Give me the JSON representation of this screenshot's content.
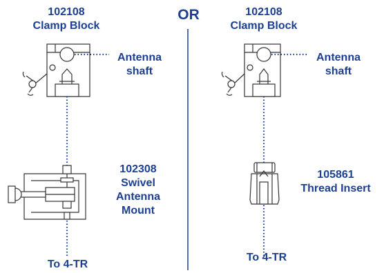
{
  "left": {
    "clamp_block": {
      "part_number": "102108",
      "name": "Clamp Block"
    },
    "shaft_label": {
      "line1": "Antenna",
      "line2": "shaft"
    },
    "mount": {
      "part_number": "102308",
      "line1": "Swivel",
      "line2": "Antenna",
      "line3": "Mount"
    },
    "destination": "To 4-TR"
  },
  "divider_word": "OR",
  "right": {
    "clamp_block": {
      "part_number": "102108",
      "name": "Clamp Block"
    },
    "shaft_label": {
      "line1": "Antenna",
      "line2": "shaft"
    },
    "insert": {
      "part_number": "105861",
      "name": "Thread Insert"
    },
    "destination": "To 4-TR"
  },
  "colors": {
    "label_blue": "#1c3f91",
    "drawing_line": "#333333",
    "dotted_line": "#1c3f91",
    "divider": "#1c3f91"
  }
}
